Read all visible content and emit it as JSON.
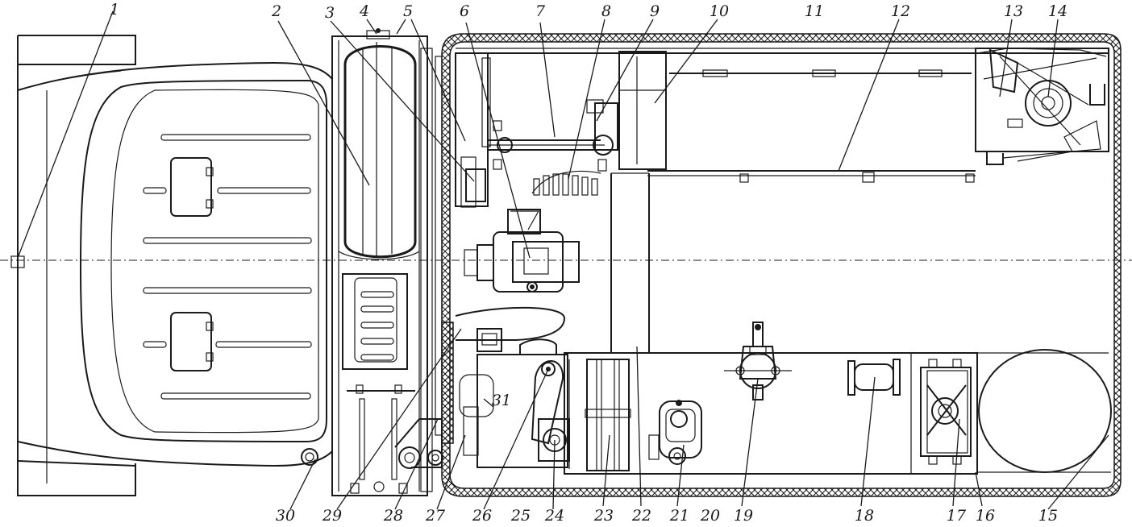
{
  "labels": {
    "n1": "1",
    "n2": "2",
    "n3": "3",
    "n4": "4",
    "n5": "5",
    "n6": "6",
    "n7": "7",
    "n8": "8",
    "n9": "9",
    "n10": "10",
    "n11": "11",
    "n12": "12",
    "n13": "13",
    "n14": "14",
    "n15": "15",
    "n16": "16",
    "n17": "17",
    "n18": "18",
    "n19": "19",
    "n20": "20",
    "n21": "21",
    "n22": "22",
    "n23": "23",
    "n24": "24",
    "n25": "25",
    "n26": "26",
    "n27": "27",
    "n28": "28",
    "n29": "29",
    "n30": "30",
    "n31": "31"
  }
}
